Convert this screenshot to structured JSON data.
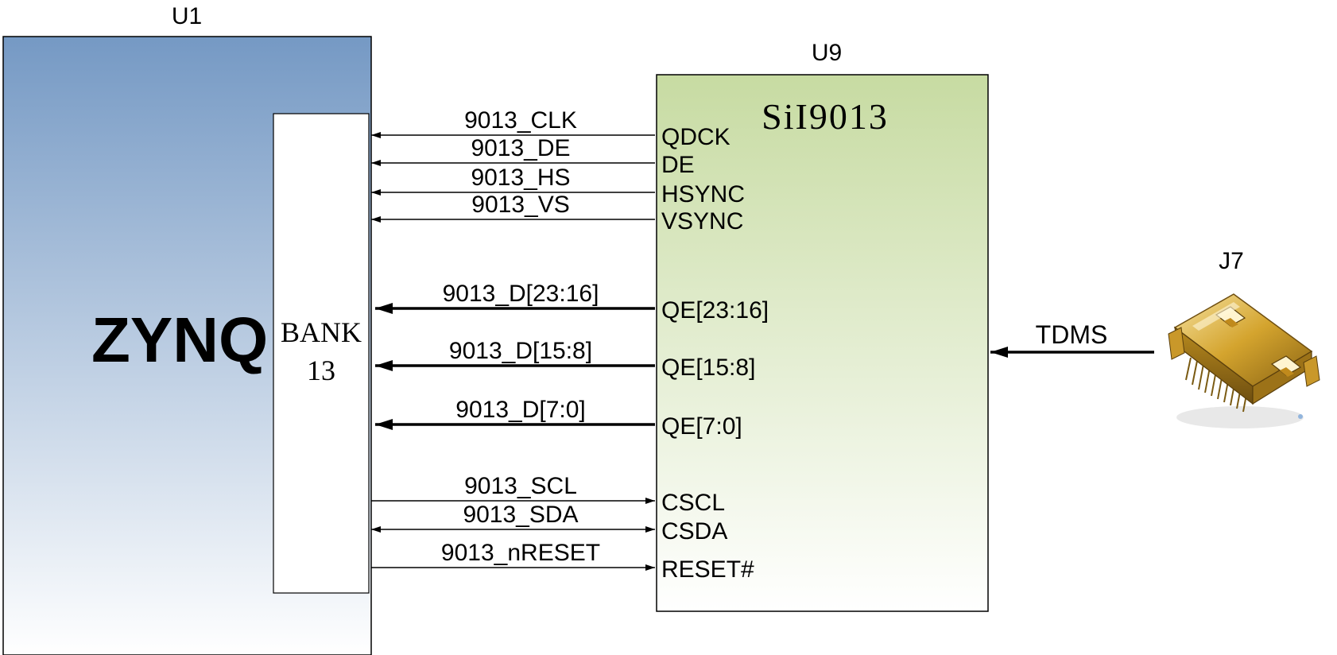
{
  "u1": {
    "designator": "U1",
    "chip_name": "ZYNQ",
    "bank_line1": "BANK",
    "bank_line2": "13"
  },
  "u9": {
    "designator": "U9",
    "chip_name": "SiI9013",
    "gradient_top": "#c7dba2",
    "gradient_bottom": "#ffffff"
  },
  "j7": {
    "designator": "J7",
    "connector_icon": "hdmi-connector-icon"
  },
  "colors": {
    "u1_gradient_top": "#7599c4",
    "u1_gradient_bottom": "#ffffff",
    "line": "#000000"
  },
  "signals": [
    {
      "net": "9013_CLK",
      "pin": "QDCK",
      "direction": "to-u1",
      "bus": false
    },
    {
      "net": "9013_DE",
      "pin": "DE",
      "direction": "to-u1",
      "bus": false
    },
    {
      "net": "9013_HS",
      "pin": "HSYNC",
      "direction": "to-u1",
      "bus": false
    },
    {
      "net": "9013_VS",
      "pin": "VSYNC",
      "direction": "to-u1",
      "bus": false
    },
    {
      "net": "9013_D[23:16]",
      "pin": "QE[23:16]",
      "direction": "to-u1",
      "bus": true
    },
    {
      "net": "9013_D[15:8]",
      "pin": "QE[15:8]",
      "direction": "to-u1",
      "bus": true
    },
    {
      "net": "9013_D[7:0]",
      "pin": "QE[7:0]",
      "direction": "to-u1",
      "bus": true
    },
    {
      "net": "9013_SCL",
      "pin": "CSCL",
      "direction": "to-u9",
      "bus": false
    },
    {
      "net": "9013_SDA",
      "pin": "CSDA",
      "direction": "bidirectional",
      "bus": false
    },
    {
      "net": "9013_nRESET",
      "pin": "RESET#",
      "direction": "to-u9",
      "bus": false
    }
  ],
  "tdms": {
    "label": "TDMS",
    "direction": "to-u9"
  }
}
